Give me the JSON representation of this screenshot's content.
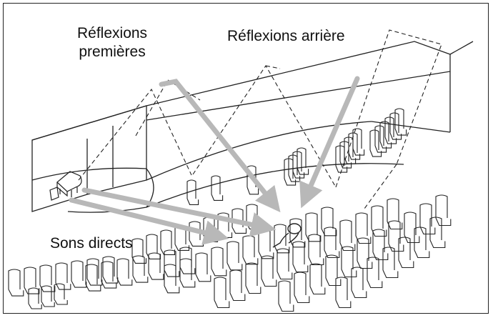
{
  "labels": {
    "early_reflections_line1": "Réflexions",
    "early_reflections_line2": "premières",
    "rear_reflections": "Réflexions arrière",
    "direct_sounds": "Sons directs"
  },
  "colors": {
    "outline": "#222222",
    "sound_arrow": "#b8b8b8",
    "background": "#ffffff"
  },
  "icons": [
    "grand-piano-icon",
    "listener-icon",
    "seat-row-icon"
  ]
}
